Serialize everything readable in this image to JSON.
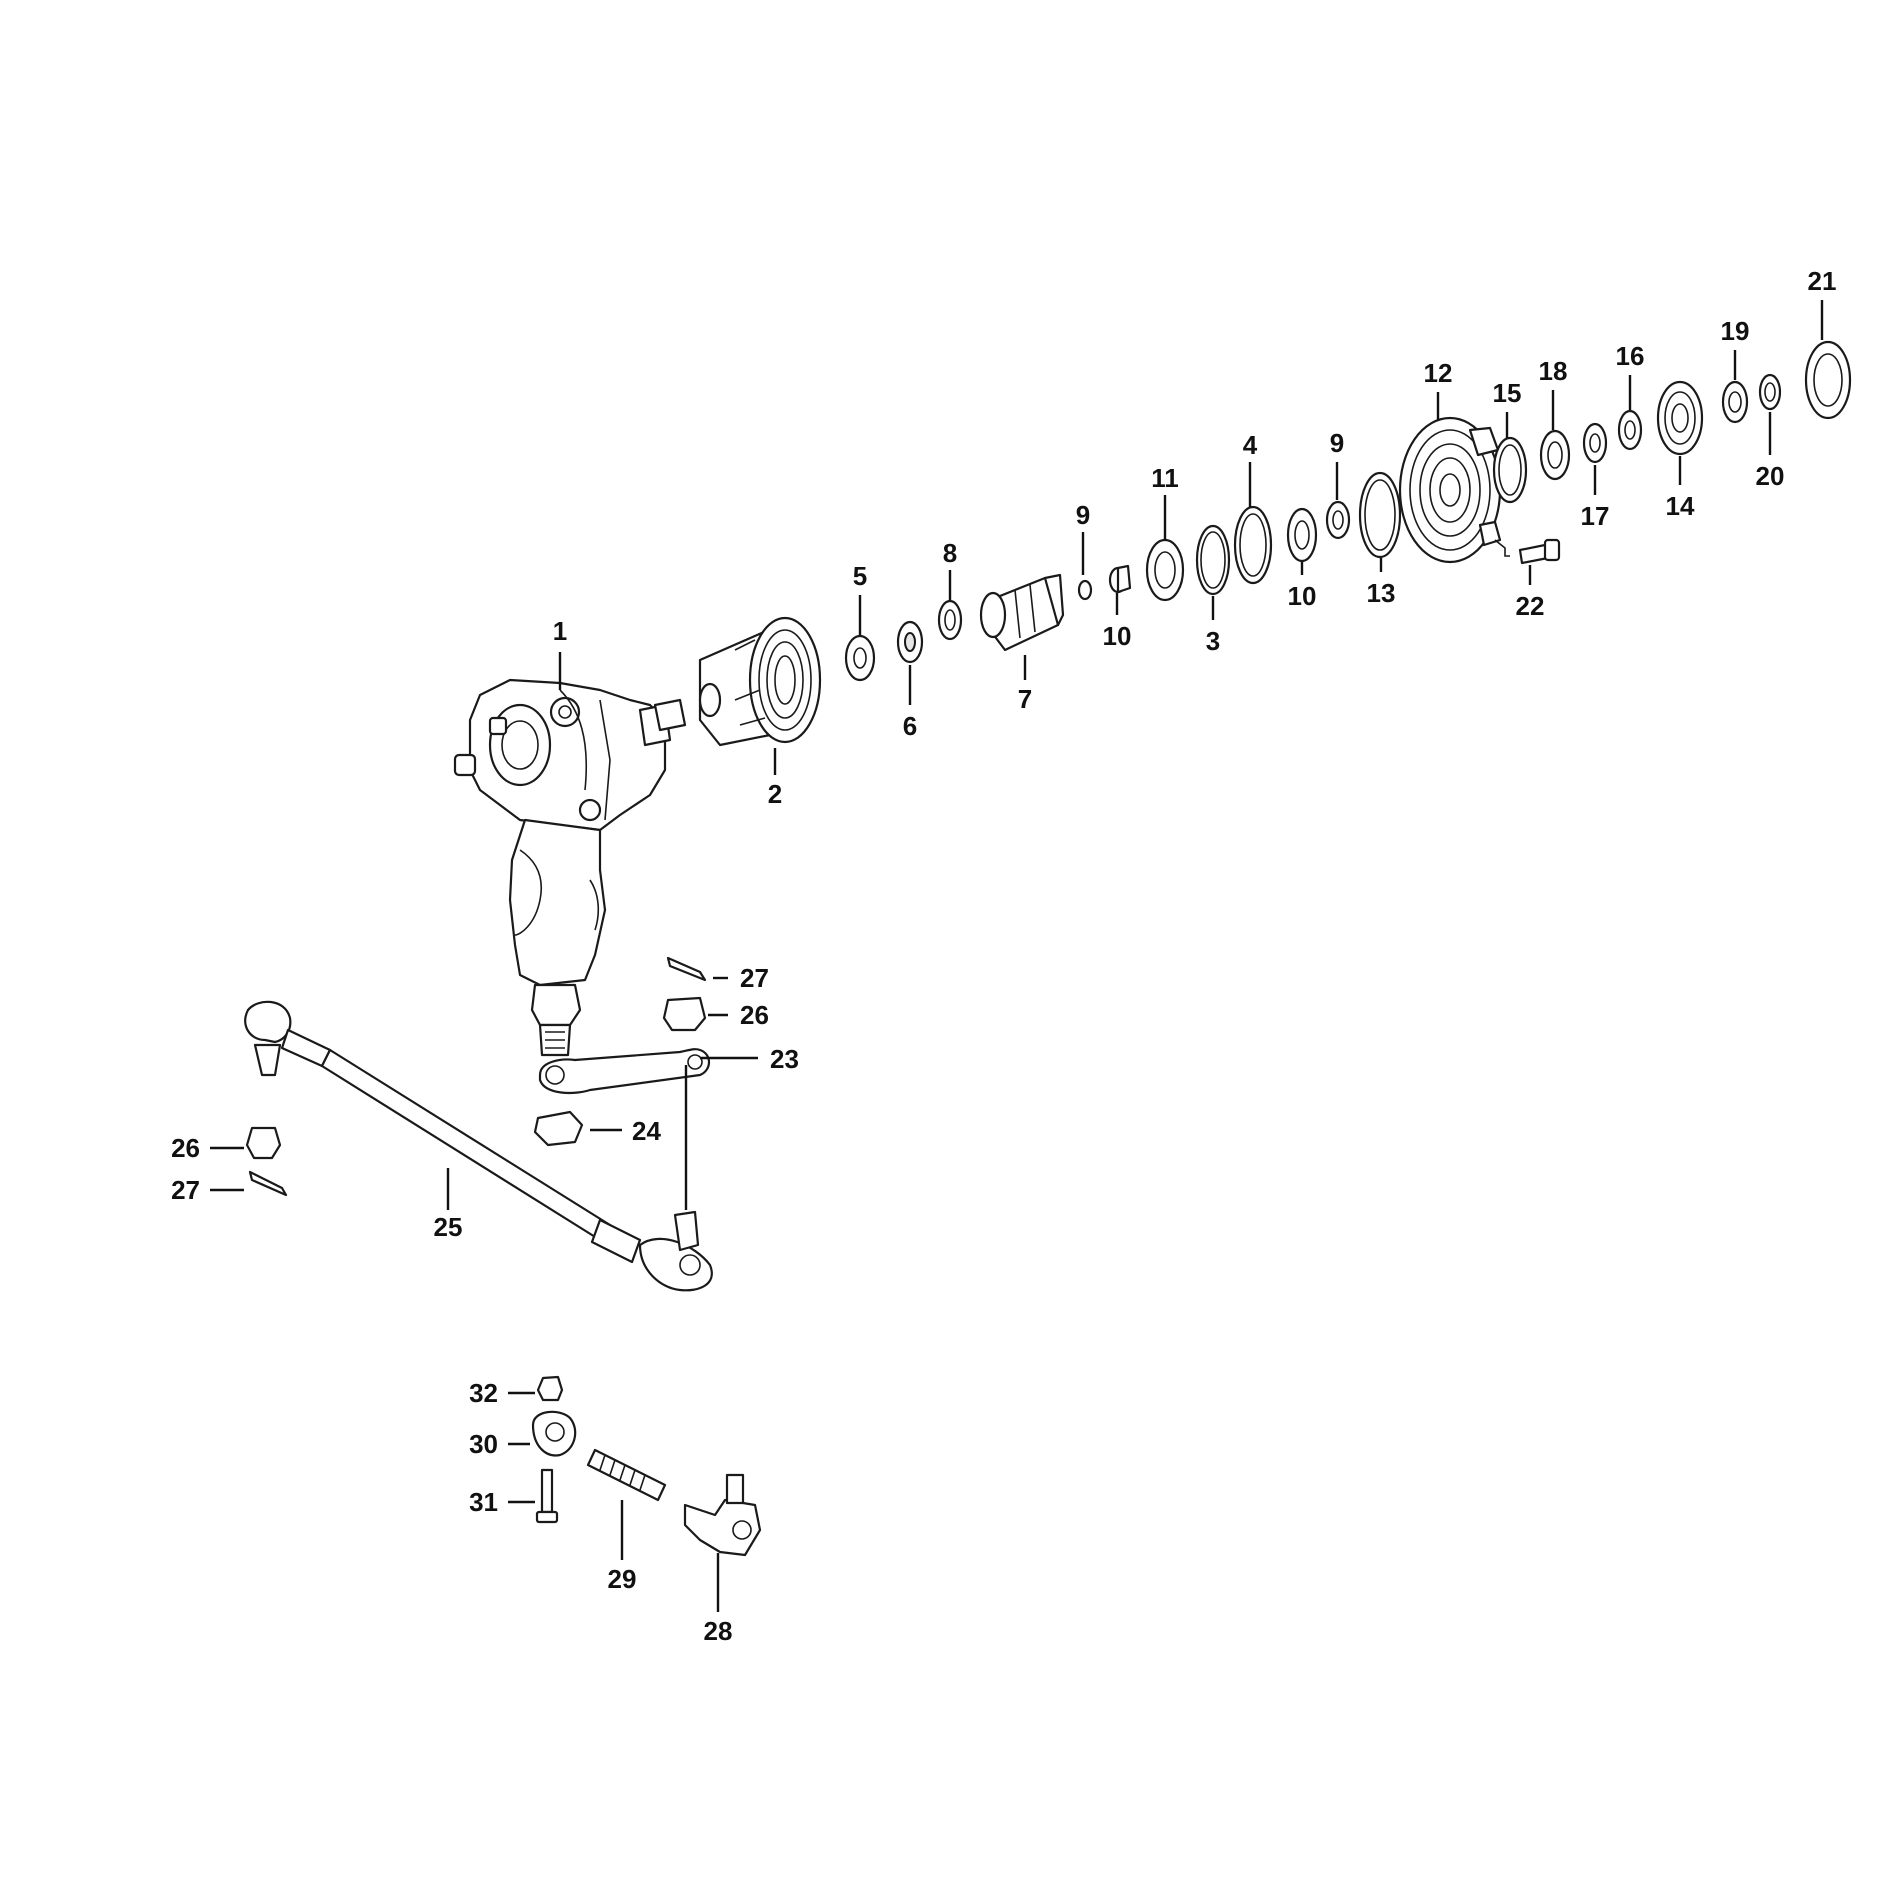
{
  "diagram": {
    "colors": {
      "line": "#1a1a1a",
      "shade": "#e6e6e6",
      "background": "#ffffff"
    },
    "callouts": [
      {
        "id": "c1",
        "label": "1"
      },
      {
        "id": "c2",
        "label": "2"
      },
      {
        "id": "c3",
        "label": "3"
      },
      {
        "id": "c4",
        "label": "4"
      },
      {
        "id": "c5",
        "label": "5"
      },
      {
        "id": "c6",
        "label": "6"
      },
      {
        "id": "c7",
        "label": "7"
      },
      {
        "id": "c8",
        "label": "8"
      },
      {
        "id": "c9a",
        "label": "9"
      },
      {
        "id": "c9b",
        "label": "9"
      },
      {
        "id": "c10a",
        "label": "10"
      },
      {
        "id": "c10b",
        "label": "10"
      },
      {
        "id": "c11",
        "label": "11"
      },
      {
        "id": "c12",
        "label": "12"
      },
      {
        "id": "c13",
        "label": "13"
      },
      {
        "id": "c14",
        "label": "14"
      },
      {
        "id": "c15",
        "label": "15"
      },
      {
        "id": "c16",
        "label": "16"
      },
      {
        "id": "c17",
        "label": "17"
      },
      {
        "id": "c18",
        "label": "18"
      },
      {
        "id": "c19",
        "label": "19"
      },
      {
        "id": "c20",
        "label": "20"
      },
      {
        "id": "c21",
        "label": "21"
      },
      {
        "id": "c22",
        "label": "22"
      },
      {
        "id": "c23",
        "label": "23"
      },
      {
        "id": "c24",
        "label": "24"
      },
      {
        "id": "c25",
        "label": "25"
      },
      {
        "id": "c26a",
        "label": "26"
      },
      {
        "id": "c26b",
        "label": "26"
      },
      {
        "id": "c27a",
        "label": "27"
      },
      {
        "id": "c27b",
        "label": "27"
      },
      {
        "id": "c28",
        "label": "28"
      },
      {
        "id": "c29",
        "label": "29"
      },
      {
        "id": "c30",
        "label": "30"
      },
      {
        "id": "c31",
        "label": "31"
      },
      {
        "id": "c32",
        "label": "32"
      }
    ]
  }
}
